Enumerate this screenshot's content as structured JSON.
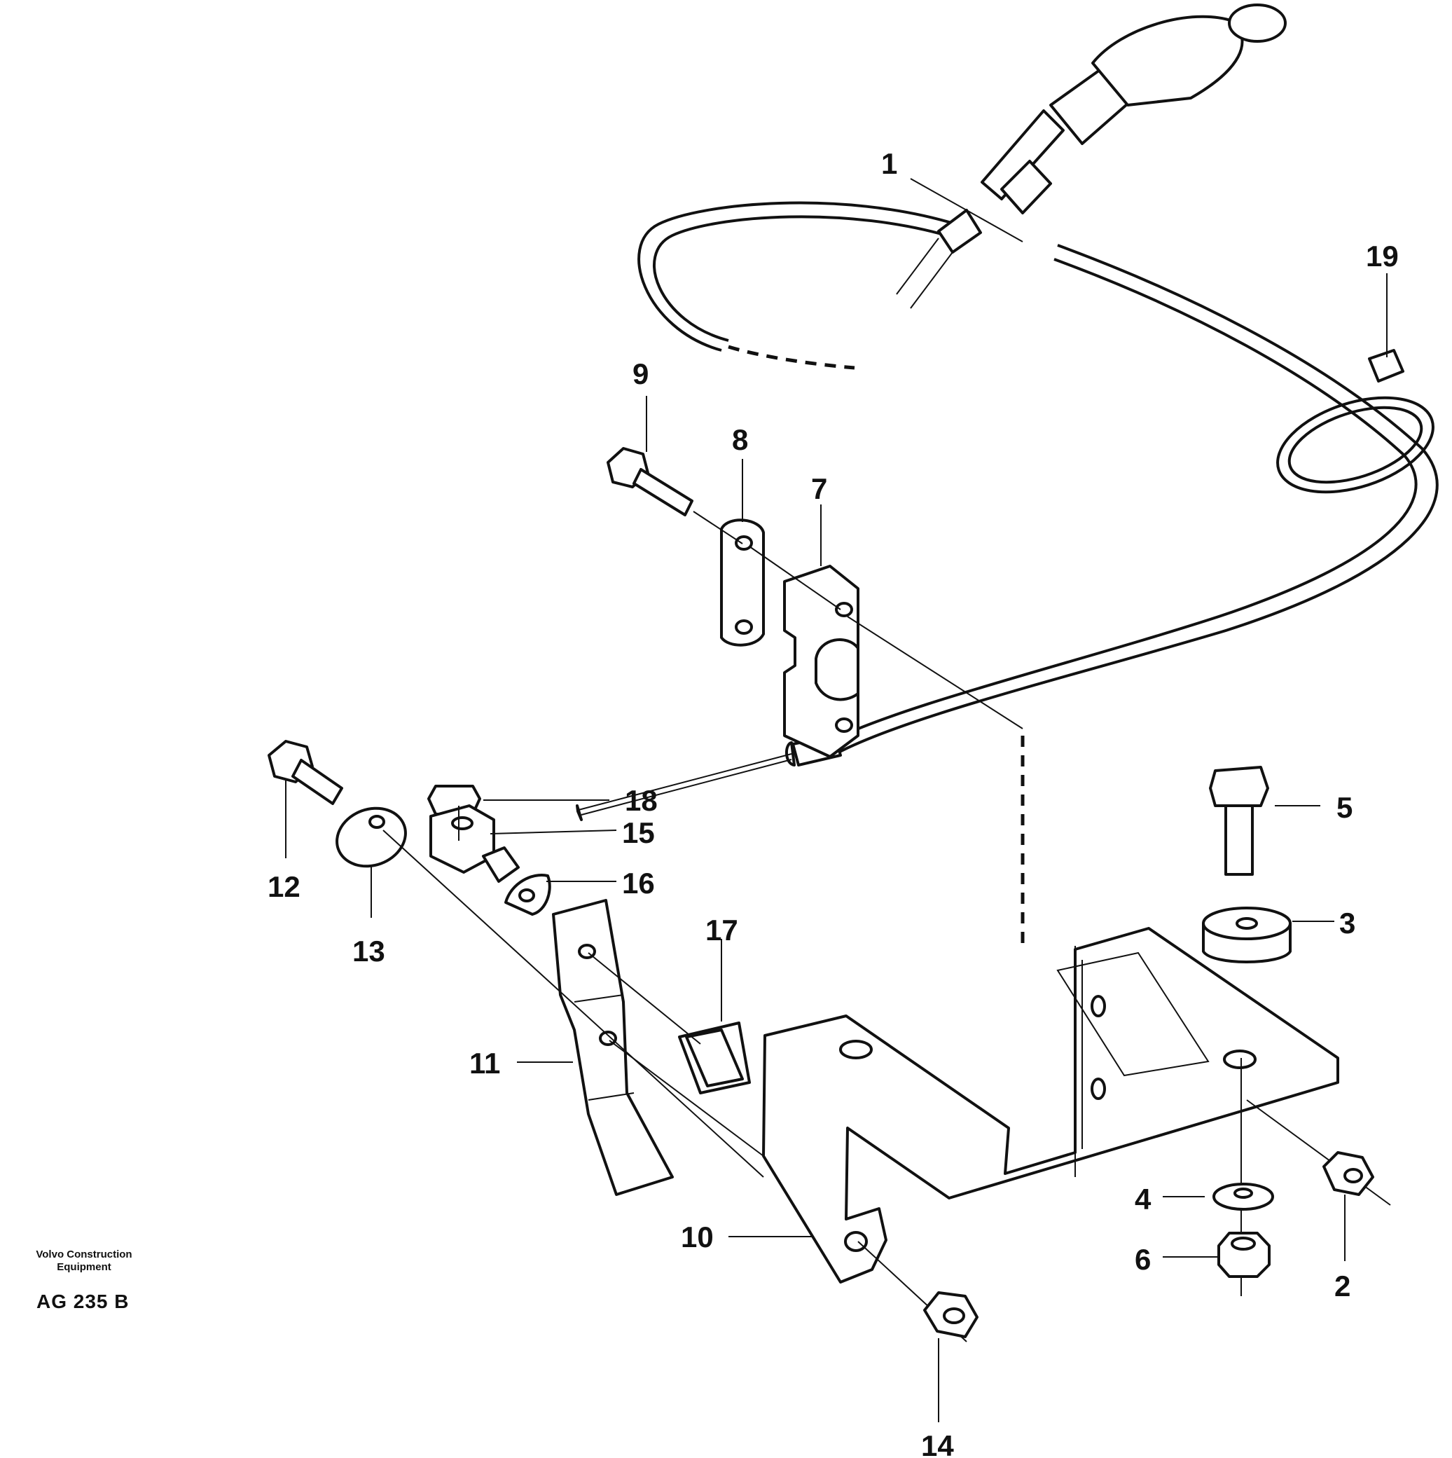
{
  "figure": {
    "company": "Volvo Construction Equipment",
    "drawing_code": "AG 235 B"
  },
  "callouts": [
    {
      "id": "1",
      "label": "1"
    },
    {
      "id": "2",
      "label": "2"
    },
    {
      "id": "3",
      "label": "3"
    },
    {
      "id": "4",
      "label": "4"
    },
    {
      "id": "5",
      "label": "5"
    },
    {
      "id": "6",
      "label": "6"
    },
    {
      "id": "7",
      "label": "7"
    },
    {
      "id": "8",
      "label": "8"
    },
    {
      "id": "9",
      "label": "9"
    },
    {
      "id": "10",
      "label": "10"
    },
    {
      "id": "11",
      "label": "11"
    },
    {
      "id": "12",
      "label": "12"
    },
    {
      "id": "13",
      "label": "13"
    },
    {
      "id": "14",
      "label": "14"
    },
    {
      "id": "15",
      "label": "15"
    },
    {
      "id": "16",
      "label": "16"
    },
    {
      "id": "17",
      "label": "17"
    },
    {
      "id": "18",
      "label": "18"
    },
    {
      "id": "19",
      "label": "19"
    }
  ]
}
